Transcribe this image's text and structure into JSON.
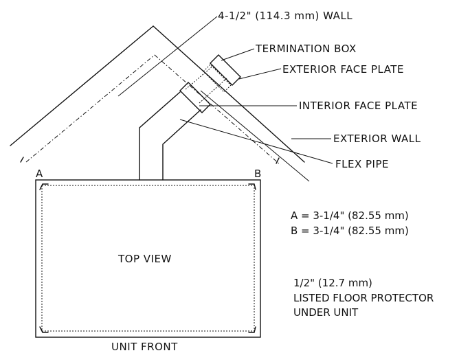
{
  "labels": {
    "wall_thickness": "4-1/2\" (114.3 mm) WALL",
    "termination_box": "TERMINATION BOX",
    "exterior_face_plate": "EXTERIOR FACE PLATE",
    "interior_face_plate": "INTERIOR FACE PLATE",
    "exterior_wall": "EXTERIOR WALL",
    "flex_pipe": "FLEX PIPE",
    "point_a": "A",
    "point_b": "B",
    "top_view": "TOP VIEW",
    "unit_front": "UNIT FRONT"
  },
  "dimensions": {
    "a": "A = 3-1/4\" (82.55 mm)",
    "b": "B = 3-1/4\" (82.55 mm)"
  },
  "floor_protector": {
    "line1": "1/2\" (12.7 mm)",
    "line2": "LISTED FLOOR PROTECTOR",
    "line3": "UNDER UNIT"
  }
}
